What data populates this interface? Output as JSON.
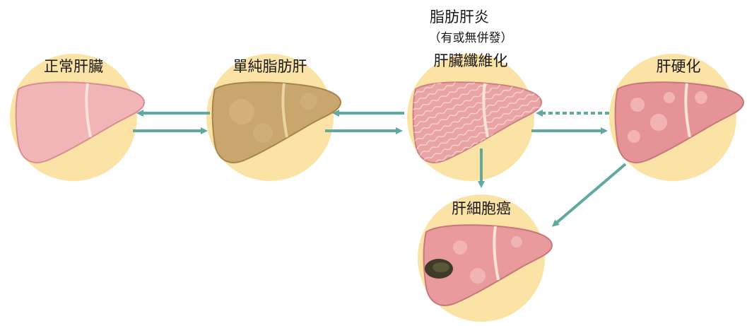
{
  "stages": {
    "normal": {
      "label": "正常肝臟"
    },
    "fatty": {
      "label": "單純脂肪肝"
    },
    "nash": {
      "label_line1": "脂肪肝炎",
      "label_line2": "（有或無併發）",
      "label_line3": "肝臟纖維化"
    },
    "cirrhosis": {
      "label": "肝硬化"
    },
    "cancer": {
      "label": "肝細胞癌"
    }
  },
  "colors": {
    "circle": "#fbe3a6",
    "arrow": "#5fa9a1",
    "normal_liver": "#f1b5b8",
    "fatty_liver": "#c9a66d",
    "nash_liver": "#eaa3a3",
    "cirrhosis_liver": "#e59396",
    "cancer_liver": "#e99a9c",
    "tumor": "#3f3b2a"
  },
  "icons": {
    "normal": "liver-normal-icon",
    "fatty": "liver-fatty-icon",
    "nash": "liver-fibrosis-icon",
    "cirrhosis": "liver-cirrhosis-icon",
    "cancer": "liver-cancer-icon"
  }
}
